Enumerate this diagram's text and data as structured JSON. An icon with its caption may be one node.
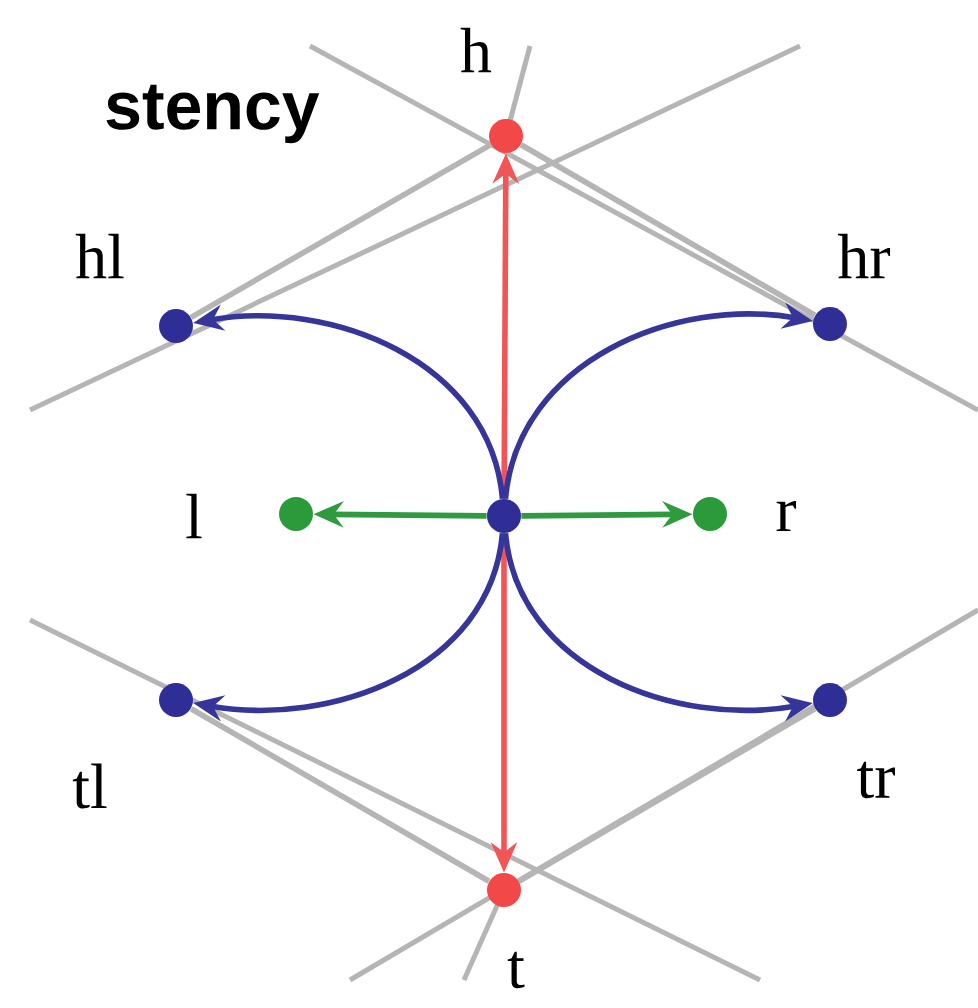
{
  "diagram": {
    "title": "stency",
    "nodes": [
      {
        "text": [],
        "shape": "circle",
        "beside": [
          "h"
        ]
      },
      {
        "text": [],
        "shape": "circle",
        "beside": [
          "hl"
        ]
      },
      {
        "text": [],
        "shape": "circle",
        "beside": [
          "hr"
        ]
      },
      {
        "text": [],
        "shape": "circle",
        "beside": [
          "l"
        ]
      },
      {
        "text": [],
        "shape": "circle"
      },
      {
        "text": [],
        "shape": "circle",
        "beside": [
          "r"
        ]
      },
      {
        "text": [],
        "shape": "circle",
        "beside": [
          "tl"
        ]
      },
      {
        "text": [],
        "shape": "circle",
        "beside": [
          "tr"
        ]
      },
      {
        "text": [],
        "shape": "circle",
        "beside": [
          "t"
        ]
      }
    ],
    "edges": [
      {
        "from": 4,
        "to": 0,
        "arrow": "to",
        "color": "#f25555"
      },
      {
        "from": 4,
        "to": 8,
        "arrow": "to",
        "color": "#f25555"
      },
      {
        "from": 4,
        "to": 1,
        "arrow": "to",
        "color": "#35359a"
      },
      {
        "from": 4,
        "to": 2,
        "arrow": "to",
        "color": "#35359a"
      },
      {
        "from": 4,
        "to": 6,
        "arrow": "to",
        "color": "#35359a"
      },
      {
        "from": 4,
        "to": 7,
        "arrow": "to",
        "color": "#35359a"
      },
      {
        "from": 4,
        "to": 3,
        "arrow": "to",
        "color": "#2f9a3f"
      },
      {
        "from": 4,
        "to": 5,
        "arrow": "to",
        "color": "#2f9a3f"
      },
      {
        "from": 0,
        "to": 1,
        "arrow": "none",
        "color": "#b5b5b5"
      },
      {
        "from": 0,
        "to": 2,
        "arrow": "none",
        "color": "#b5b5b5"
      },
      {
        "from": 8,
        "to": 6,
        "arrow": "none",
        "color": "#b5b5b5"
      },
      {
        "from": 8,
        "to": 7,
        "arrow": "none",
        "color": "#b5b5b5"
      }
    ]
  }
}
